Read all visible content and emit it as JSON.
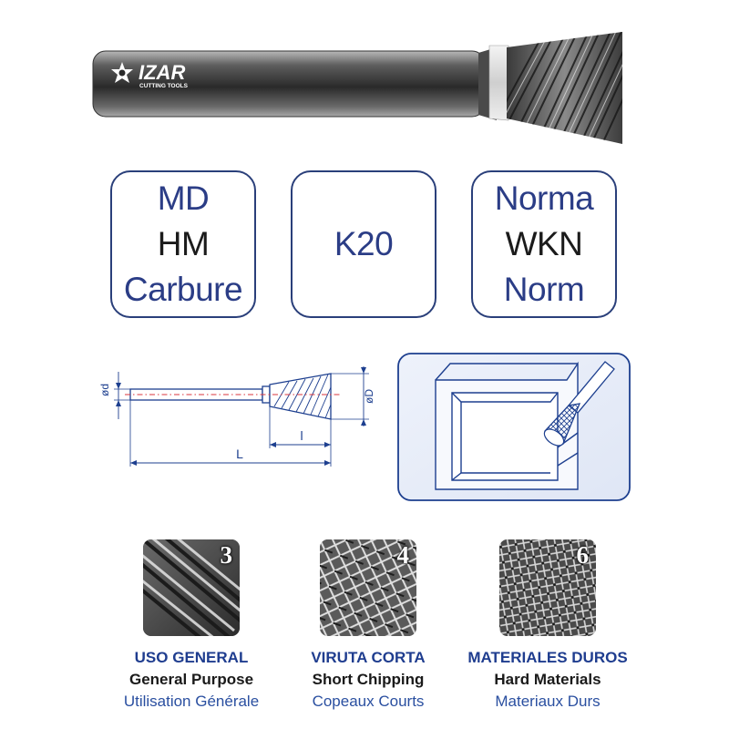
{
  "product": {
    "brand_name": "IZAR",
    "brand_tagline": "CUTTING TOOLS",
    "brand_icon": "star-gear-icon"
  },
  "spec_boxes": [
    {
      "lines": [
        "MD",
        "HM",
        "Carbure"
      ],
      "colors": [
        "#2b3d86",
        "#1b1b1b",
        "#2b3d86"
      ]
    },
    {
      "lines": [
        "K20"
      ],
      "colors": [
        "#2b3d86"
      ]
    },
    {
      "lines": [
        "Norma",
        "WKN",
        "Norm"
      ],
      "colors": [
        "#2b3d86",
        "#1b1b1b",
        "#2b3d86"
      ]
    }
  ],
  "dimension_diagram": {
    "shank_diameter_label": "ød",
    "head_diameter_label": "øD",
    "cutting_length_label": "l",
    "total_length_label": "L"
  },
  "cut_types": [
    {
      "number": "3",
      "title": "USO GENERAL",
      "english": "General Purpose",
      "french": "Utilisation Générale"
    },
    {
      "number": "4",
      "title": "VIRUTA CORTA",
      "english": "Short Chipping",
      "french": "Copeaux Courts"
    },
    {
      "number": "6",
      "title": "MATERIALES DUROS",
      "english": "Hard Materials",
      "french": "Materiaux Durs"
    }
  ],
  "colors": {
    "brand_blue": "#2b3d86",
    "box_border": "#2a3f7a",
    "diagram_blue": "#1d3f8f",
    "centerline_red": "#d9363e"
  }
}
